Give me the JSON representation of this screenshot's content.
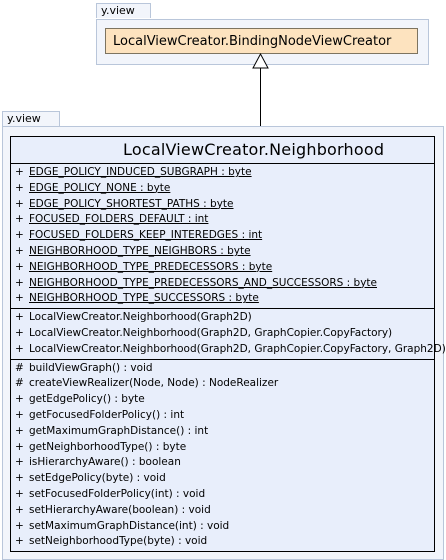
{
  "parent_package": {
    "label": "y.view"
  },
  "parent_class": {
    "name": "LocalViewCreator.BindingNodeViewCreator"
  },
  "main_package": {
    "label": "y.view"
  },
  "main_class": {
    "name": "LocalViewCreator.Neighborhood",
    "fields": [
      {
        "vis": "+",
        "text": "EDGE_POLICY_INDUCED_SUBGRAPH : byte"
      },
      {
        "vis": "+",
        "text": "EDGE_POLICY_NONE : byte"
      },
      {
        "vis": "+",
        "text": "EDGE_POLICY_SHORTEST_PATHS : byte"
      },
      {
        "vis": "+",
        "text": "FOCUSED_FOLDERS_DEFAULT : int"
      },
      {
        "vis": "+",
        "text": "FOCUSED_FOLDERS_KEEP_INTEREDGES : int"
      },
      {
        "vis": "+",
        "text": "NEIGHBORHOOD_TYPE_NEIGHBORS : byte"
      },
      {
        "vis": "+",
        "text": "NEIGHBORHOOD_TYPE_PREDECESSORS : byte"
      },
      {
        "vis": "+",
        "text": "NEIGHBORHOOD_TYPE_PREDECESSORS_AND_SUCCESSORS : byte"
      },
      {
        "vis": "+",
        "text": "NEIGHBORHOOD_TYPE_SUCCESSORS : byte"
      }
    ],
    "constructors": [
      {
        "vis": "+",
        "text": "LocalViewCreator.Neighborhood(Graph2D)"
      },
      {
        "vis": "+",
        "text": "LocalViewCreator.Neighborhood(Graph2D, GraphCopier.CopyFactory)"
      },
      {
        "vis": "+",
        "text": "LocalViewCreator.Neighborhood(Graph2D, GraphCopier.CopyFactory, Graph2D)"
      }
    ],
    "methods": [
      {
        "vis": "#",
        "text": "buildViewGraph() : void"
      },
      {
        "vis": "#",
        "text": "createViewRealizer(Node, Node) : NodeRealizer"
      },
      {
        "vis": "+",
        "text": "getEdgePolicy() : byte"
      },
      {
        "vis": "+",
        "text": "getFocusedFolderPolicy() : int"
      },
      {
        "vis": "+",
        "text": "getMaximumGraphDistance() : int"
      },
      {
        "vis": "+",
        "text": "getNeighborhoodType() : byte"
      },
      {
        "vis": "+",
        "text": "isHierarchyAware() : boolean"
      },
      {
        "vis": "+",
        "text": "setEdgePolicy(byte) : void"
      },
      {
        "vis": "+",
        "text": "setFocusedFolderPolicy(int) : void"
      },
      {
        "vis": "+",
        "text": "setHierarchyAware(boolean) : void"
      },
      {
        "vis": "+",
        "text": "setMaximumGraphDistance(int) : void"
      },
      {
        "vis": "+",
        "text": "setNeighborhoodType(byte) : void"
      }
    ]
  }
}
